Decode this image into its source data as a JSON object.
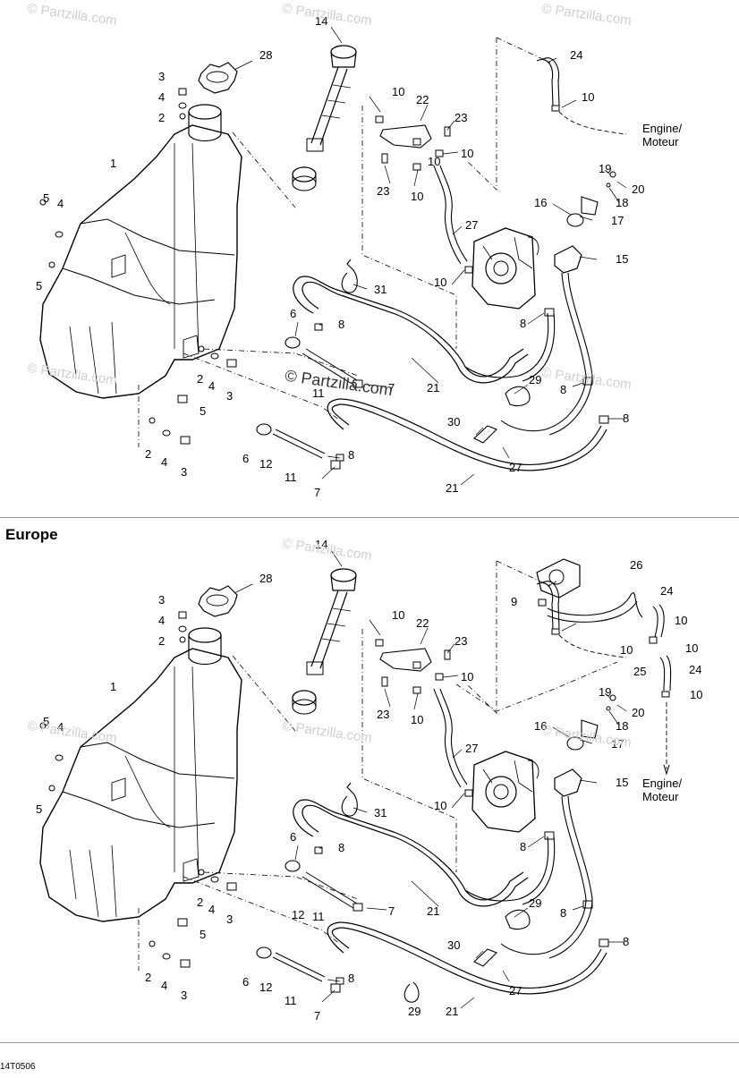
{
  "section_heading": "Europe",
  "footer_code": "14T0506",
  "watermarks": [
    "© Partzilla.com",
    "© Partzilla.com",
    "© Partzilla.com",
    "© Partzilla.com",
    "© Partzilla.com",
    "© Partzilla.com",
    "© Partzilla.com",
    "© Partzilla.com",
    "© Partzilla.com"
  ],
  "center_watermark": "© Partzilla.com",
  "engine_label": {
    "line1": "Engine/",
    "line2": "Moteur"
  },
  "top_callouts": [
    "14",
    "28",
    "3",
    "4",
    "2",
    "1",
    "5",
    "4",
    "5",
    "10",
    "22",
    "23",
    "10",
    "10",
    "23",
    "10",
    "24",
    "10",
    "19",
    "20",
    "18",
    "16",
    "17",
    "15",
    "27",
    "10",
    "31",
    "6",
    "8",
    "8",
    "29",
    "8",
    "7",
    "11",
    "21",
    "2",
    "4",
    "3",
    "5",
    "2",
    "4",
    "3",
    "6",
    "12",
    "11",
    "8",
    "7",
    "30",
    "27",
    "8",
    "21"
  ],
  "bottom_callouts": [
    "14",
    "28",
    "3",
    "4",
    "2",
    "1",
    "5",
    "4",
    "5",
    "10",
    "22",
    "23",
    "10",
    "23",
    "10",
    "9",
    "26",
    "24",
    "10",
    "10",
    "10",
    "25",
    "24",
    "10",
    "19",
    "20",
    "18",
    "16",
    "17",
    "15",
    "27",
    "10",
    "31",
    "6",
    "8",
    "8",
    "29",
    "8",
    "7",
    "12",
    "11",
    "21",
    "2",
    "4",
    "3",
    "5",
    "2",
    "4",
    "3",
    "6",
    "12",
    "11",
    "8",
    "7",
    "29",
    "30",
    "27",
    "8",
    "21"
  ],
  "colors": {
    "line": "#000000",
    "watermark": "#cfcfcf",
    "divider": "#999999",
    "background": "#ffffff"
  }
}
